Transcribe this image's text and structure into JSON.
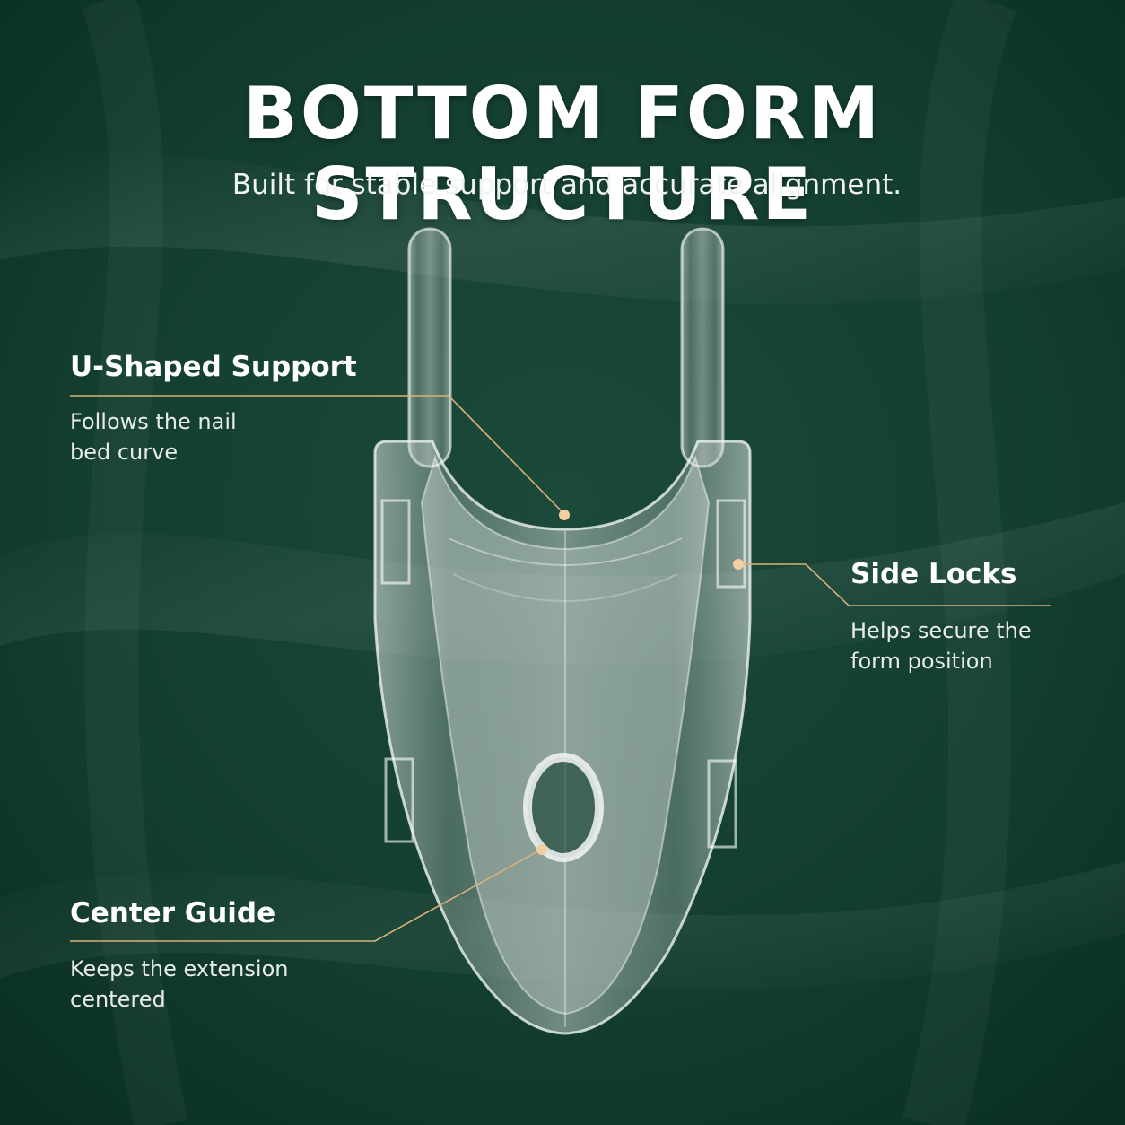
{
  "header": {
    "title": "BOTTOM FORM STRUCTURE",
    "subtitle": "Built for stable support and accurate alignment."
  },
  "features": {
    "u_shaped_support": {
      "title": "U-Shaped Support",
      "description": "Follows the nail\nbed curve"
    },
    "side_locks": {
      "title": "Side Locks",
      "description": "Helps secure the\nform position"
    },
    "center_guide": {
      "title": "Center Guide",
      "description": "Keeps the extension\ncentered"
    }
  },
  "colors": {
    "background": "#0f3a2c",
    "accent_line": "#d9b27a",
    "text": "#ffffff"
  }
}
